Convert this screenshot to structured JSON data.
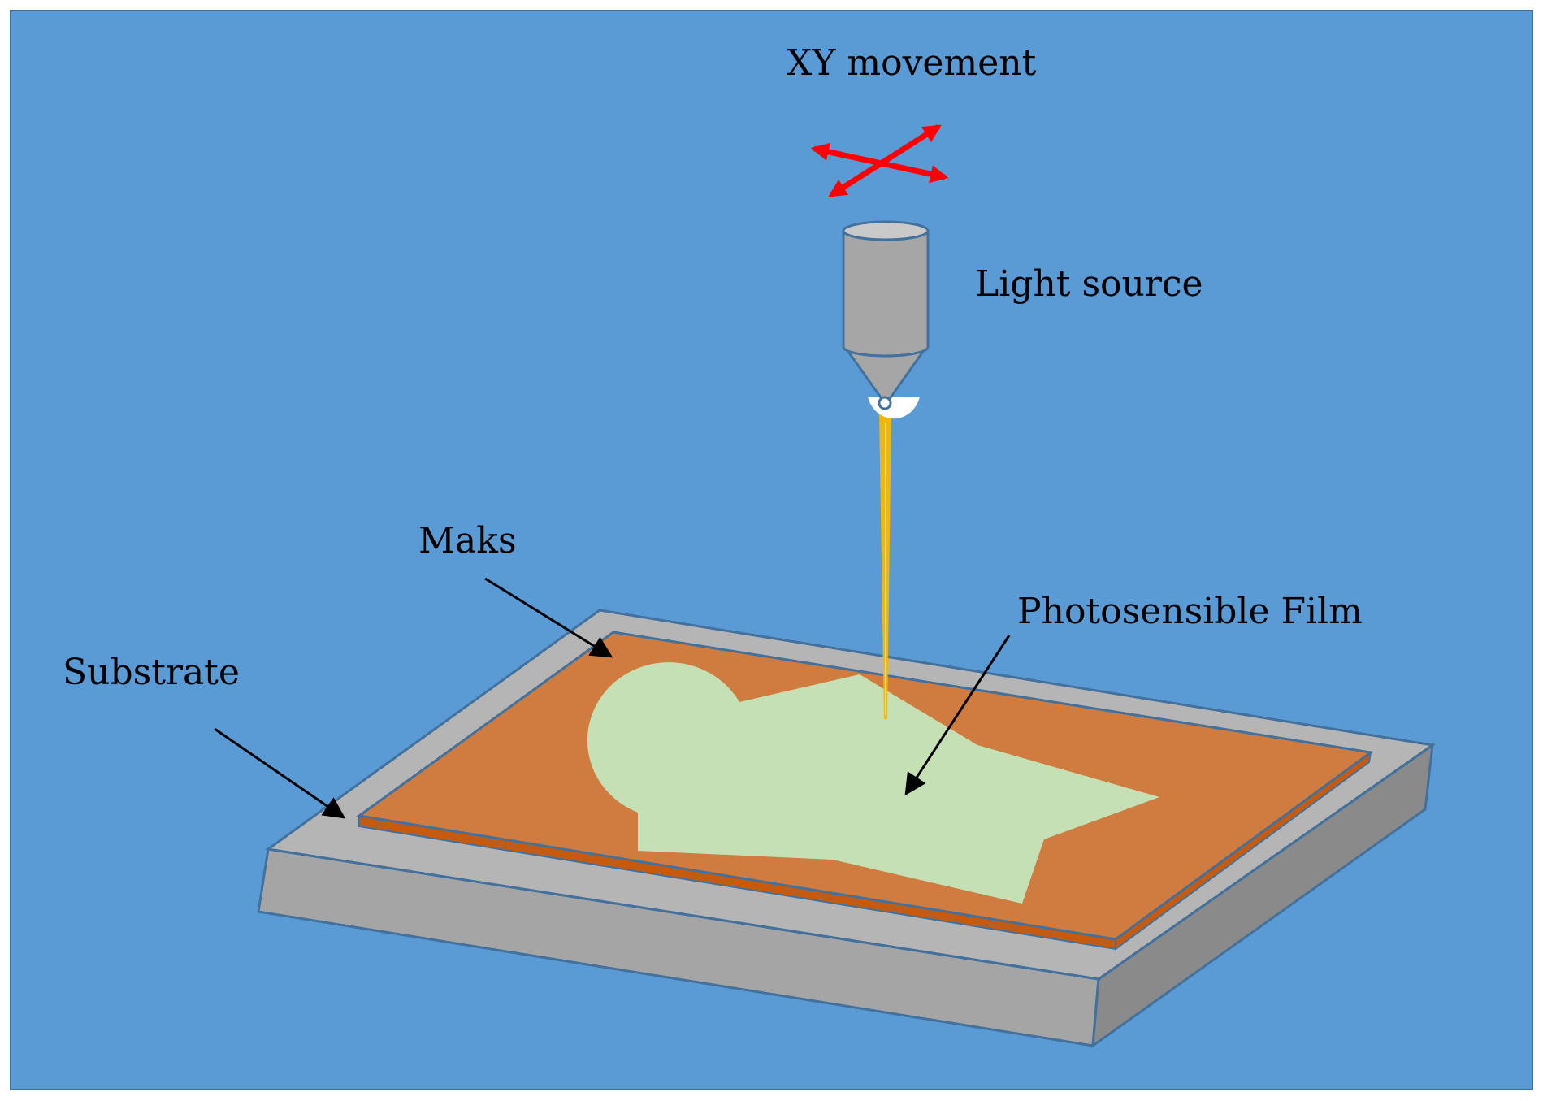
{
  "labels": {
    "xy_movement": "XY movement",
    "light_source": "Light source",
    "mask": "Maks",
    "photosensible_film": "Photosensible Film",
    "substrate": "Substrate"
  },
  "colors": {
    "background": "#5b9bd5",
    "background_border": "#41719c",
    "substrate_top": "#b5b5b5",
    "substrate_front": "#a5a5a5",
    "substrate_side": "#8a8a8a",
    "mask": "#d07b3f",
    "mask_edge": "#c55a11",
    "film": "#c5e0b4",
    "light_source_body": "#a6a6a6",
    "light_source_top": "#c9c9c9",
    "beam": "#f5b800",
    "xy_arrows": "#ff0000",
    "lens": "#ffffff",
    "pointer_arrows": "#000000"
  },
  "icons": {
    "xy_movement": "double-headed-cross-arrows-icon",
    "light_source": "cylinder-nozzle-icon"
  }
}
